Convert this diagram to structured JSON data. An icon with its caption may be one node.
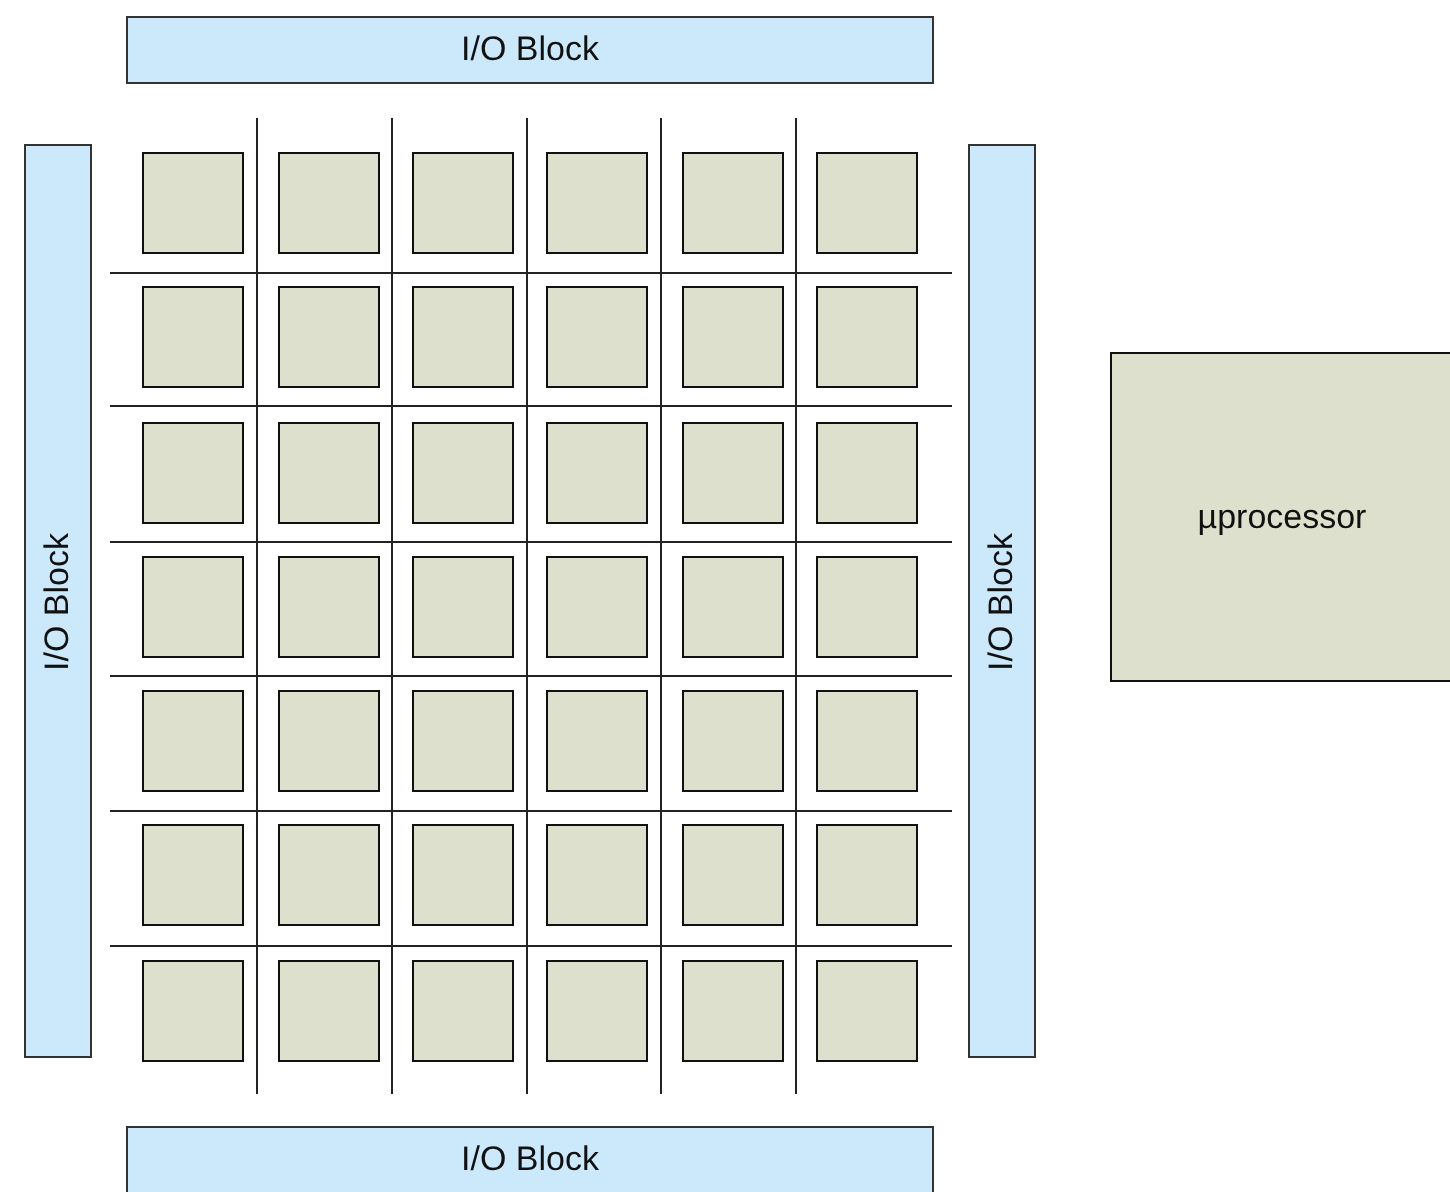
{
  "diagram": {
    "nodes": [
      {
        "text": [
          "I/O Block"
        ]
      },
      {
        "text": [
          "I/O Block"
        ]
      },
      {
        "text": [
          "I/O Block"
        ]
      },
      {
        "text": [
          "µprocessor"
        ]
      },
      {
        "text": [],
        "shape": "box"
      },
      {
        "text": [],
        "shape": "box"
      },
      {
        "text": [],
        "shape": "box"
      },
      {
        "text": [],
        "shape": "box"
      },
      {
        "text": [],
        "shape": "box"
      },
      {
        "text": [],
        "shape": "box"
      },
      {
        "text": [],
        "shape": "box"
      },
      {
        "text": [],
        "shape": "box"
      },
      {
        "text": [],
        "shape": "box"
      },
      {
        "text": [],
        "shape": "box"
      },
      {
        "text": [],
        "shape": "box"
      },
      {
        "text": [],
        "shape": "box"
      },
      {
        "text": [],
        "shape": "box"
      },
      {
        "text": [],
        "shape": "box"
      },
      {
        "text": [],
        "shape": "box"
      },
      {
        "text": [],
        "shape": "box"
      },
      {
        "text": [],
        "shape": "box"
      },
      {
        "text": [],
        "shape": "box"
      },
      {
        "text": [],
        "shape": "box"
      },
      {
        "text": [],
        "shape": "box"
      },
      {
        "text": [],
        "shape": "box"
      },
      {
        "text": [],
        "shape": "box"
      },
      {
        "text": [],
        "shape": "box"
      },
      {
        "text": [],
        "shape": "box"
      },
      {
        "text": [],
        "shape": "box"
      },
      {
        "text": [],
        "shape": "box"
      },
      {
        "text": [],
        "shape": "box"
      },
      {
        "text": [],
        "shape": "box"
      },
      {
        "text": [],
        "shape": "box"
      },
      {
        "text": [],
        "shape": "box"
      },
      {
        "text": [],
        "shape": "box"
      },
      {
        "text": [],
        "shape": "box"
      },
      {
        "text": [],
        "shape": "box"
      },
      {
        "text": [],
        "shape": "box"
      },
      {
        "text": [],
        "shape": "box"
      },
      {
        "text": [],
        "shape": "box"
      },
      {
        "text": [],
        "shape": "box"
      },
      {
        "text": [],
        "shape": "box"
      },
      {
        "text": [],
        "shape": "box"
      },
      {
        "text": [],
        "shape": "box"
      },
      {
        "text": [],
        "shape": "box"
      },
      {
        "text": [],
        "shape": "box"
      },
      {
        "text": [
          "I/O Block"
        ]
      }
    ],
    "edges": []
  }
}
